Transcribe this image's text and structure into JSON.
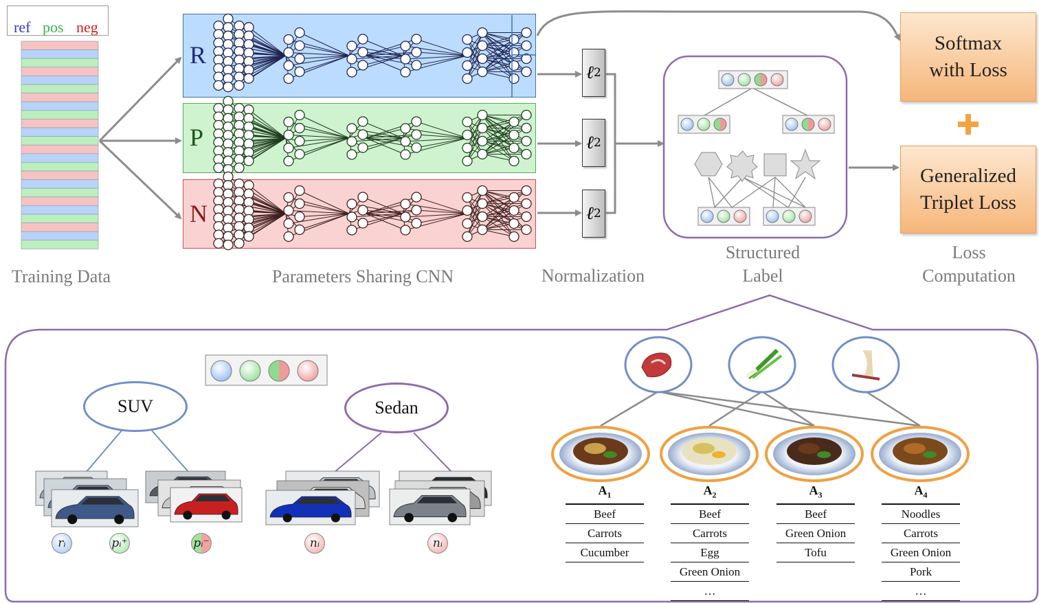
{
  "legend": {
    "ref": "ref",
    "pos": "pos",
    "neg": "neg"
  },
  "stages": {
    "training_data": "Training Data",
    "cnn": "Parameters Sharing CNN",
    "normalization": "Normalization",
    "structured_label": "Structured\nLabel",
    "loss_computation": "Loss\nComputation"
  },
  "networks": [
    {
      "letter": "R",
      "fill": "#bcdcff",
      "stroke": "#3c6fb5",
      "node": "#1a1f3a"
    },
    {
      "letter": "P",
      "fill": "#cff2cf",
      "stroke": "#5aa85a",
      "node": "#1a3a1a"
    },
    {
      "letter": "N",
      "fill": "#fbd2d2",
      "stroke": "#d04c4c",
      "node": "#3a1a1a"
    }
  ],
  "norm_label": "ℓ",
  "norm_sub": "2",
  "losses": {
    "softmax": "Softmax\nwith Loss",
    "plus": "+",
    "triplet": "Generalized\nTriplet Loss"
  },
  "cars": {
    "suv": "SUV",
    "sedan": "Sedan",
    "badges": [
      {
        "text": "rᵢ",
        "kind": "ref"
      },
      {
        "text": "pᵢ⁺",
        "kind": "pos"
      },
      {
        "text": "pᵢ⁻",
        "kind": "mixed"
      },
      {
        "text": "nᵢ",
        "kind": "neg"
      },
      {
        "text": "nᵢ",
        "kind": "neg"
      }
    ]
  },
  "ingredient_icons": [
    "meat-icon",
    "green-onion-icon",
    "noodles-icon"
  ],
  "dishes": [
    {
      "label": "A",
      "sub": "1",
      "items": [
        "Beef",
        "Carrots",
        "Cucumber"
      ]
    },
    {
      "label": "A",
      "sub": "2",
      "items": [
        "Beef",
        "Carrots",
        "Egg",
        "Green Onion",
        "…"
      ]
    },
    {
      "label": "A",
      "sub": "3",
      "items": [
        "Beef",
        "Green Onion",
        "Tofu"
      ]
    },
    {
      "label": "A",
      "sub": "4",
      "items": [
        "Noodles",
        "Carrots",
        "Green Onion",
        "Pork",
        "…"
      ]
    }
  ],
  "colors": {
    "ref": "#9ec3f5",
    "pos": "#a6e6a6",
    "neg": "#f4a8a8",
    "arrow": "#8c8c8c",
    "purple": "#8b6bb0",
    "blue_outline": "#6f8ec8",
    "orange": "#f0a040"
  }
}
